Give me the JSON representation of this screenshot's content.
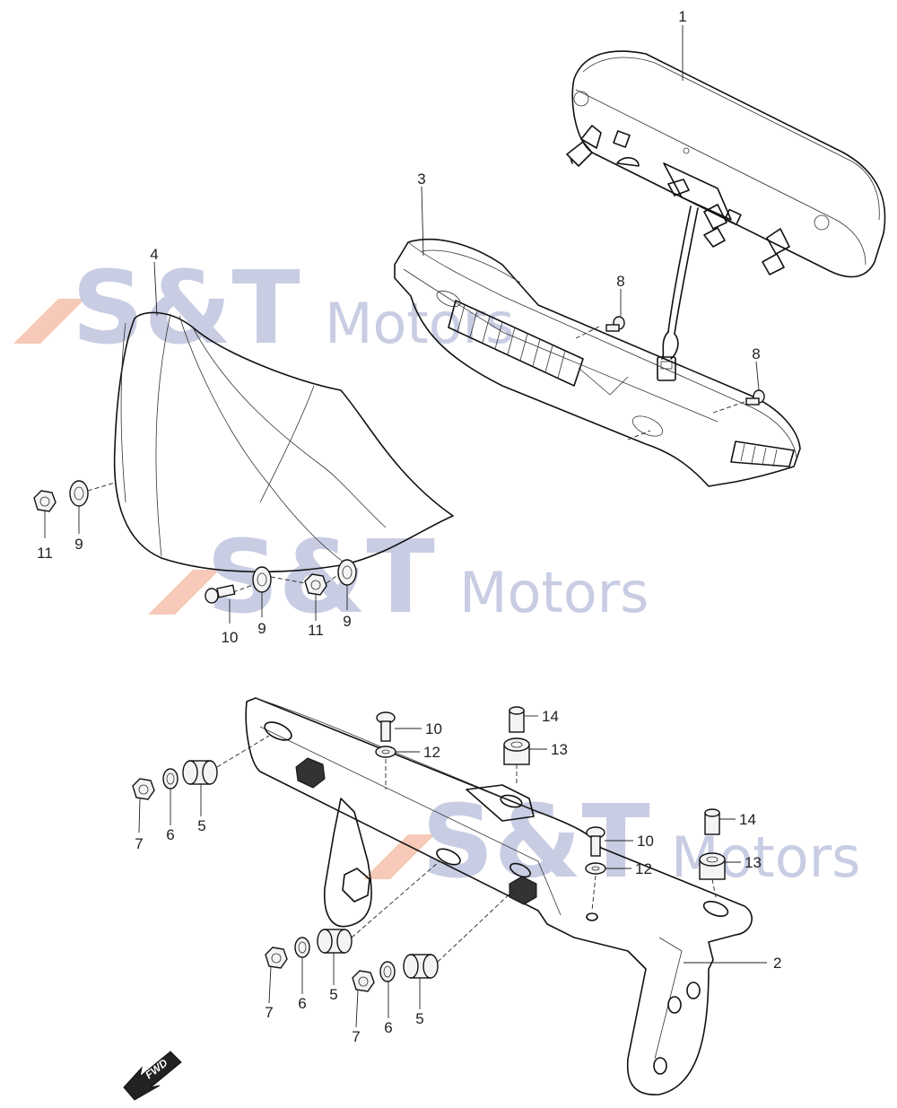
{
  "watermark": {
    "brand": "S&T",
    "word": "Motors",
    "colors": {
      "text": "#c9cde3",
      "slash": "#f6c9b8"
    }
  },
  "fwd_label": "FWD",
  "callouts": {
    "c1": "1",
    "c2": "2",
    "c3": "3",
    "c4": "4",
    "c5a": "5",
    "c5b": "5",
    "c5c": "5",
    "c6a": "6",
    "c6b": "6",
    "c6c": "6",
    "c7a": "7",
    "c7b": "7",
    "c7c": "7",
    "c8a": "8",
    "c8b": "8",
    "c9a": "9",
    "c9b": "9",
    "c9c": "9",
    "c10a": "10",
    "c10b": "10",
    "c10c": "10",
    "c11a": "11",
    "c11b": "11",
    "c12a": "12",
    "c12b": "12",
    "c13a": "13",
    "c13b": "13",
    "c14a": "14",
    "c14b": "14"
  }
}
